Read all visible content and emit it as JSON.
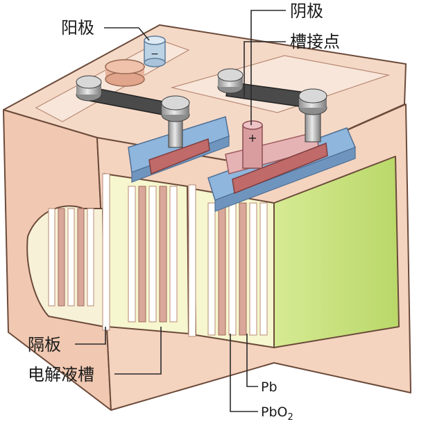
{
  "labels": {
    "anode": "阳极",
    "cathode": "阴极",
    "cell_contact": "槽接点",
    "separator": "隔板",
    "electrolyte_tank": "电解液槽",
    "pb": "Pb",
    "pbo2_base": "PbO",
    "pbo2_sub": "2"
  },
  "terminals": {
    "negative": "−",
    "positive": "+"
  },
  "colors": {
    "case": "#f3d2bf",
    "case_dark": "#e3b49c",
    "case_outline": "#6b4a3a",
    "electrolyte": "#f4f7c8",
    "electrolyte_side": "#c9e27c",
    "plate_blue": "#8fb6dd",
    "plate_red": "#c06a6a",
    "plate_pink": "#e6b3b5",
    "connector": "#4a4a4a",
    "post": "#b9b9b9"
  }
}
